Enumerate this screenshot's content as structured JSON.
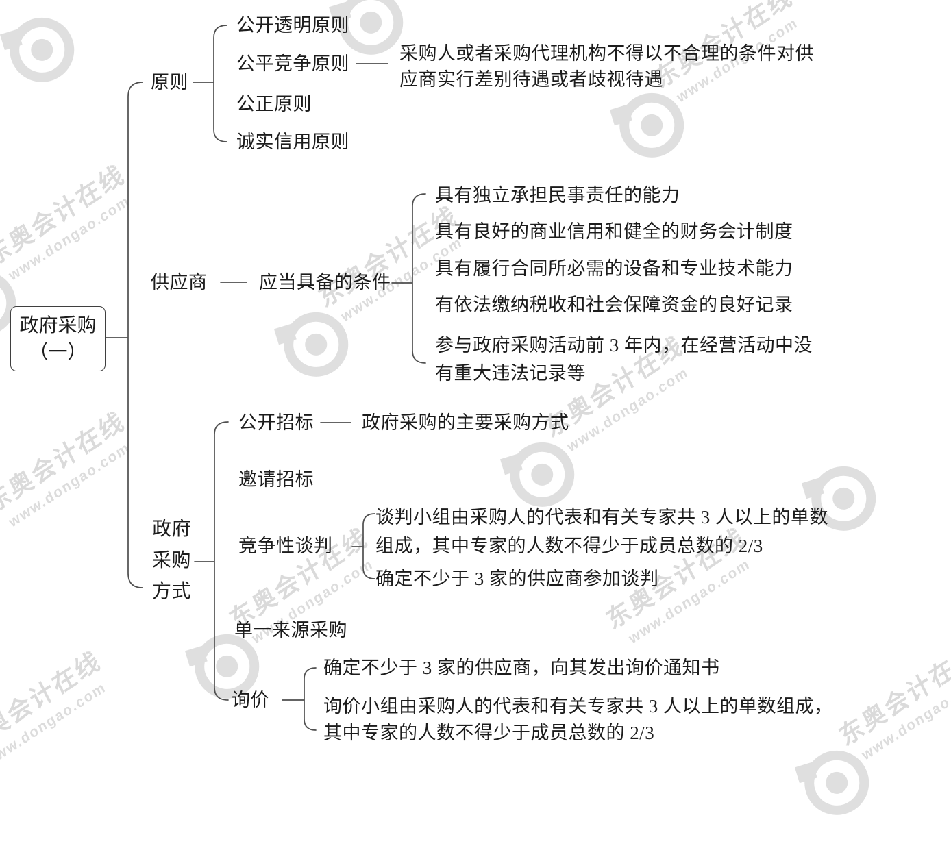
{
  "root": {
    "line1": "政府采购",
    "line2": "（一）"
  },
  "branches": {
    "principles": {
      "label": "原则",
      "children": [
        "公开透明原则",
        "公平竞争原则",
        "公正原则",
        "诚实信用原则"
      ],
      "fair_competition_note": {
        "line1": "采购人或者采购代理机构不得以不合理的条件对供",
        "line2": "应商实行差别待遇或者歧视待遇"
      }
    },
    "supplier": {
      "label": "供应商",
      "condition_label": "应当具备的条件",
      "conditions": [
        "具有独立承担民事责任的能力",
        "具有良好的商业信用和健全的财务会计制度",
        "具有履行合同所必需的设备和专业技术能力",
        "有依法缴纳税收和社会保障资金的良好记录"
      ],
      "condition_last": {
        "line1": "参与政府采购活动前 3 年内，在经营活动中没",
        "line2": "有重大违法记录等"
      }
    },
    "methods": {
      "label": {
        "line1": "政府",
        "line2": "采购",
        "line3": "方式"
      },
      "open_tender": {
        "label": "公开招标",
        "note": "政府采购的主要采购方式"
      },
      "invited_tender": {
        "label": "邀请招标"
      },
      "competitive_negotiation": {
        "label": "竞争性谈判",
        "rule1": {
          "line1": "谈判小组由采购人的代表和有关专家共 3 人以上的单数",
          "line2": "组成，其中专家的人数不得少于成员总数的 2/3"
        },
        "rule2": "确定不少于 3 家的供应商参加谈判"
      },
      "single_source": {
        "label": "单一来源采购"
      },
      "inquiry": {
        "label": "询价",
        "rule1": "确定不少于 3 家的供应商，向其发出询价通知书",
        "rule2": {
          "line1": "询价小组由采购人的代表和有关专家共 3 人以上的单数组成，",
          "line2": "其中专家的人数不得少于成员总数的 2/3"
        }
      }
    }
  },
  "watermark": {
    "brand": "东奥会计在线",
    "url": "www.dongao.com"
  },
  "colors": {
    "line": "#4f4f4f",
    "text": "#1c1c1c",
    "watermark": "#dddddd"
  }
}
